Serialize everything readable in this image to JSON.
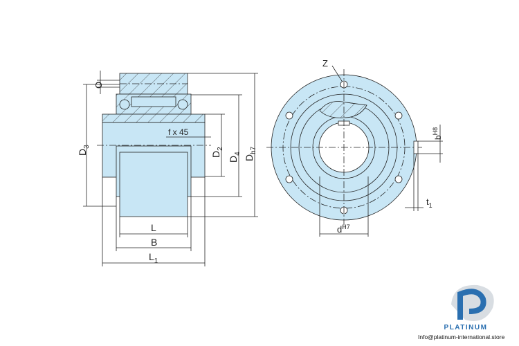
{
  "labels": {
    "O": "O",
    "D3": "D",
    "D3_sub": "3",
    "f45": "f x 45",
    "D2": "D",
    "D2_sub": "2",
    "D4": "D",
    "D4_sub": "4",
    "Dh7": "D",
    "Dh7_sub": "h7",
    "L": "L",
    "B": "B",
    "L1": "L",
    "L1_sub": "1",
    "Z": "Z",
    "dH7": "d",
    "dH7_sup": "H7",
    "bH8": "b",
    "bH8_sup": "H8",
    "t1": "t",
    "t1_sub": "1"
  },
  "logo": {
    "name": "PLATINUM",
    "email": "Info@platinum-international.store"
  },
  "colors": {
    "fill": "#c8e6f5",
    "line": "#222222",
    "brand": "#2a6fb0"
  }
}
